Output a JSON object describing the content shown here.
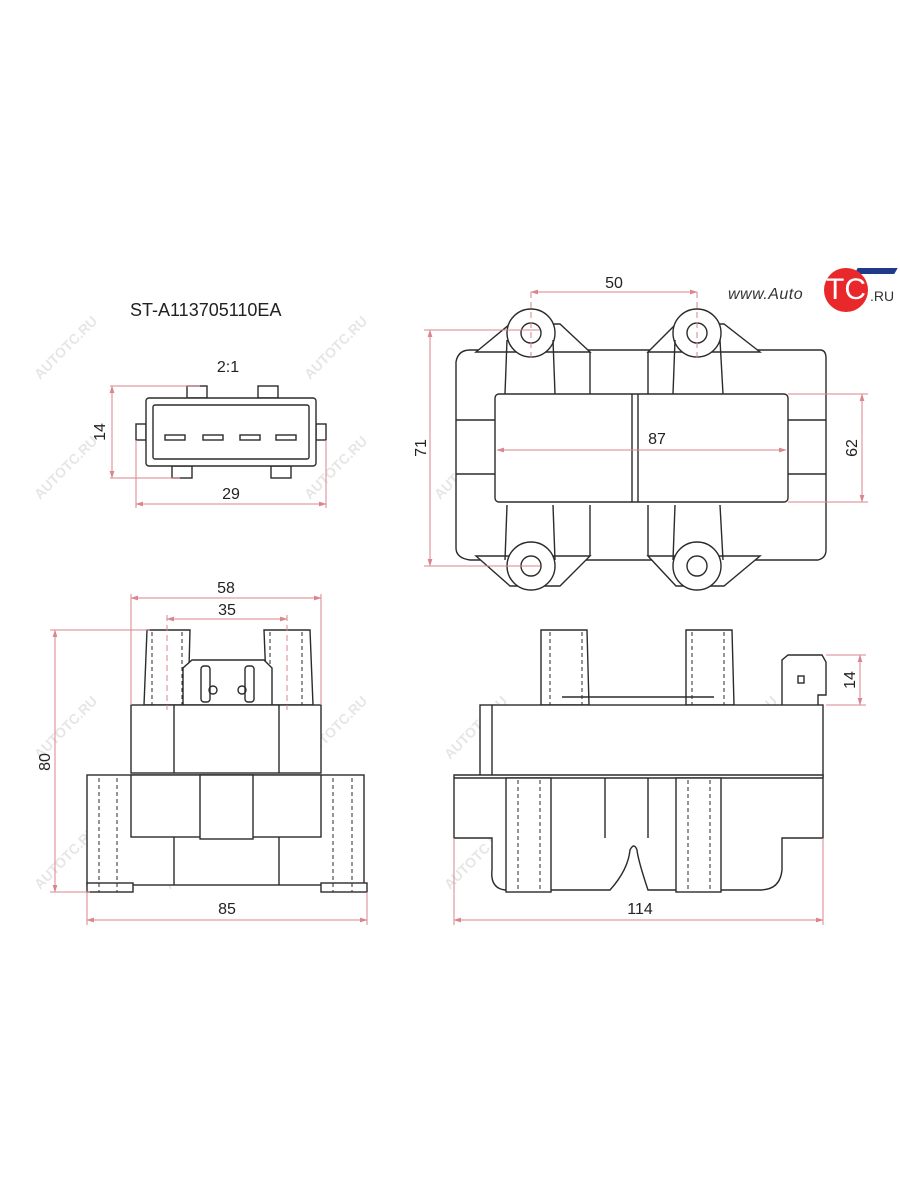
{
  "part_number": "ST-A113705110EA",
  "logo": {
    "www": "www.Auto",
    "tc": "TC",
    "ru": ".RU"
  },
  "watermark": "AUTOTC.RU",
  "views": {
    "connector": {
      "scale": "2:1",
      "height": "14",
      "width": "29"
    },
    "top": {
      "hole_spacing": "50",
      "length": "87",
      "width": "71",
      "inner_height": "62"
    },
    "front": {
      "top_width": "58",
      "post_spacing": "35",
      "height": "80",
      "base_width": "85"
    },
    "side": {
      "connector_height": "14",
      "length": "114"
    }
  },
  "colors": {
    "line": "#2b2b2b",
    "dimension": "#d9868e",
    "logo_red": "#e8282a",
    "logo_blue": "#1f3a8a"
  }
}
